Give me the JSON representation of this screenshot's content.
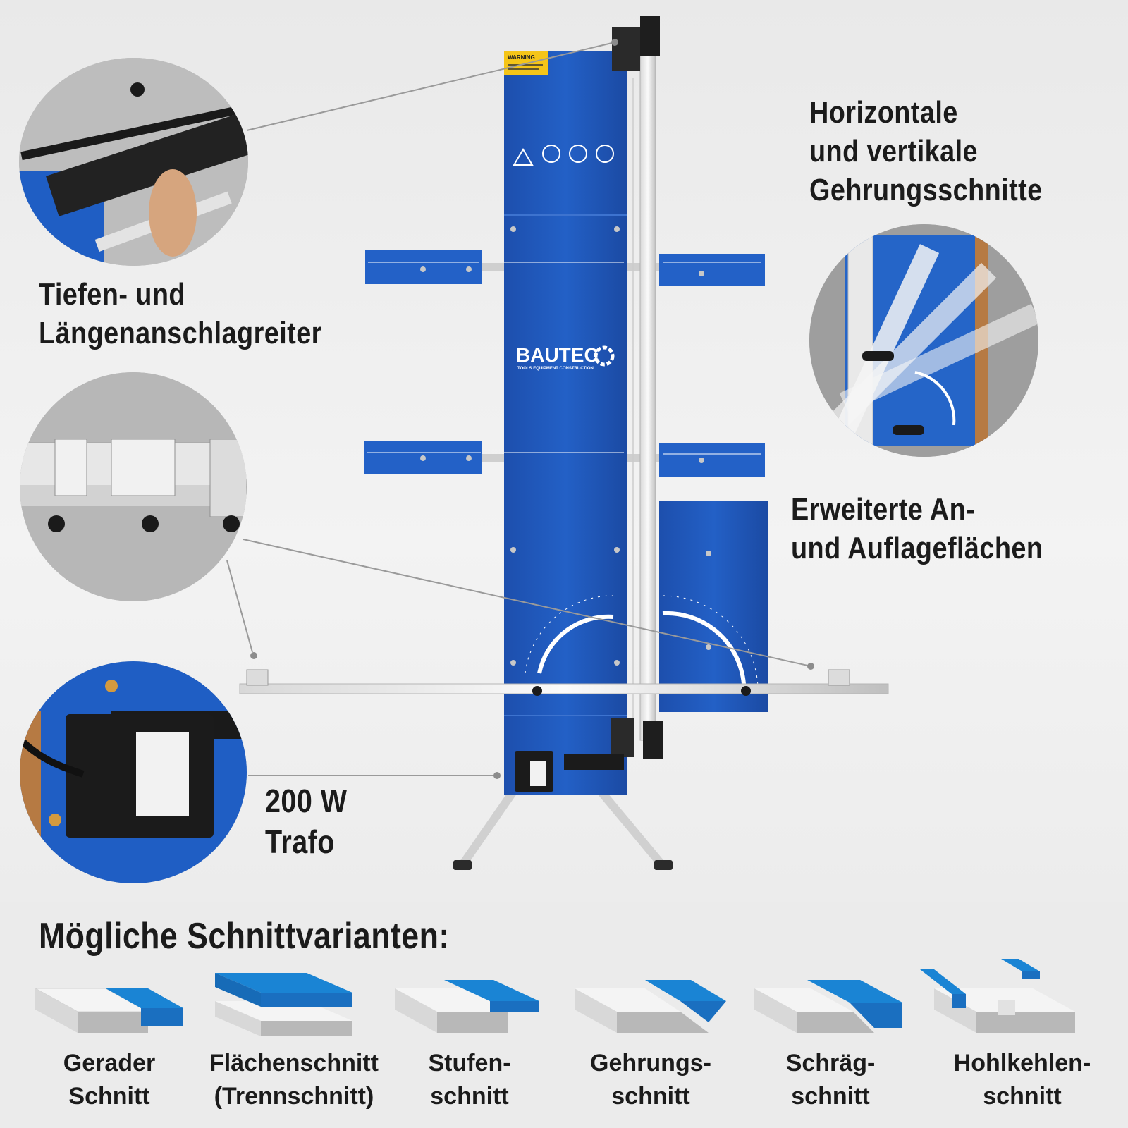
{
  "callouts": {
    "miter": [
      "Horizontale",
      "und vertikale",
      "Gehrungsschnitte"
    ],
    "stops": [
      "Tiefen- und",
      "Längenanschlagreiter"
    ],
    "surfaces": [
      "Erweiterte An-",
      "und Auflageflächen"
    ],
    "transformer": [
      "200 W",
      "Trafo"
    ]
  },
  "brand": {
    "name": "BAUTEC",
    "tagline": "TOOLS EQUIPMENT CONSTRUCTION"
  },
  "warning_sticker": "WARNING",
  "variants": {
    "heading": "Mögliche Schnittvarianten:",
    "items": [
      {
        "line1": "Gerader",
        "line2": "Schnitt"
      },
      {
        "line1": "Flächenschnitt",
        "line2": "(Trennschnitt)"
      },
      {
        "line1": "Stufen-",
        "line2": "schnitt"
      },
      {
        "line1": "Gehrungs-",
        "line2": "schnitt"
      },
      {
        "line1": "Schräg-",
        "line2": "schnitt"
      },
      {
        "line1": "Hohlkehlen-",
        "line2": "schnitt"
      }
    ]
  },
  "colors": {
    "machine_blue": "#1f56b8",
    "foam_blue": "#1a84d4",
    "foam_white": "#f4f4f4",
    "foam_gray": "#b8b8b8"
  }
}
